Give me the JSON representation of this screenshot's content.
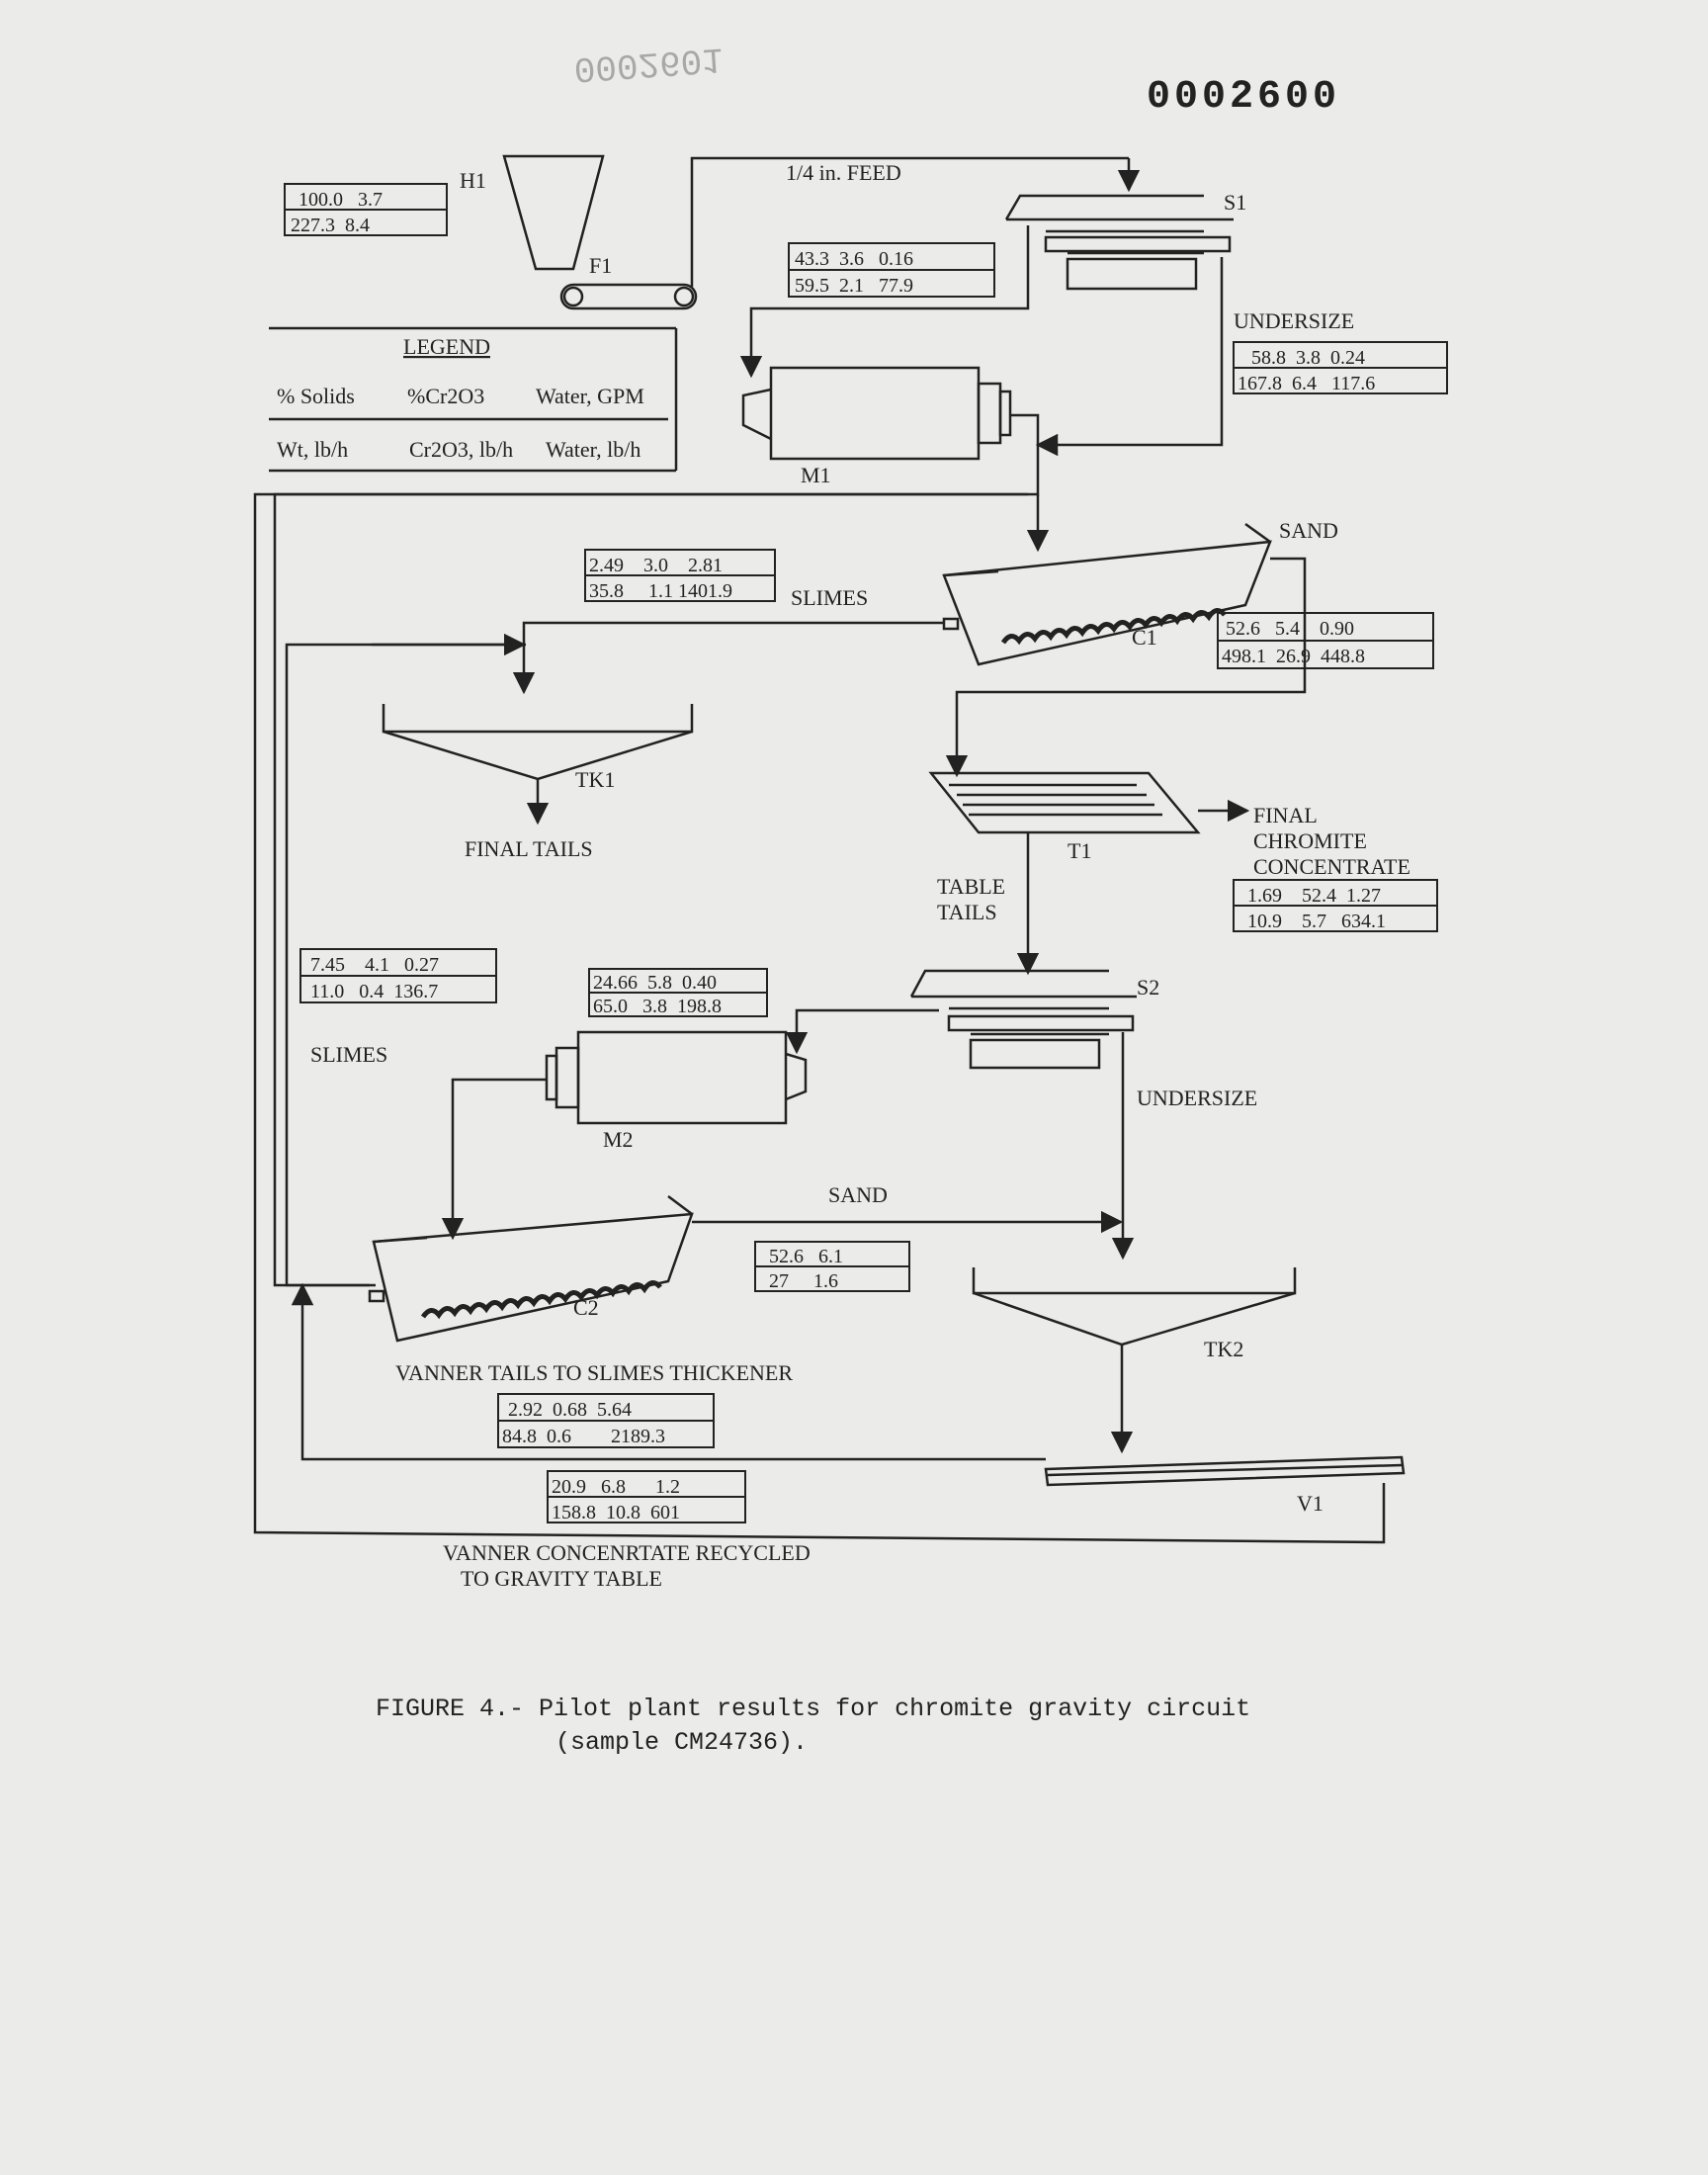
{
  "document": {
    "page_number": "0002600",
    "page_number_mirrored": "0002601",
    "caption_line1": "FIGURE 4.- Pilot plant results for chromite gravity circuit",
    "caption_line2": "(sample CM24736)."
  },
  "legend": {
    "title": "LEGEND",
    "row1": [
      "% Solids",
      "%Cr2O3",
      "Water, GPM"
    ],
    "row2": [
      "Wt, lb/h",
      "Cr2O3, lb/h",
      "Water, lb/h"
    ]
  },
  "equipment": {
    "h1": "H1",
    "f1": "F1",
    "s1": "S1",
    "m1": "M1",
    "c1": "C1",
    "tk1": "TK1",
    "t1": "T1",
    "s2": "S2",
    "m2": "M2",
    "c2": "C2",
    "tk2": "TK2",
    "v1": "V1"
  },
  "labels": {
    "feed": "1/4 in. FEED",
    "undersize_1": "UNDERSIZE",
    "sand_1": "SAND",
    "slimes_1": "SLIMES",
    "final_tails": "FINAL TAILS",
    "final_chromite_1": "FINAL",
    "final_chromite_2": "CHROMITE",
    "final_chromite_3": "CONCENTRATE",
    "table_tails_1": "TABLE",
    "table_tails_2": "TAILS",
    "slimes_2": "SLIMES",
    "undersize_2": "UNDERSIZE",
    "sand_2": "SAND",
    "vanner_tails": "VANNER TAILS TO SLIMES THICKENER",
    "vanner_conc_1": "VANNER CONCENRTATE RECYCLED",
    "vanner_conc_2": "TO GRAVITY TABLE"
  },
  "streams": {
    "feed": {
      "top": "100.0   3.7",
      "bottom": "227.3  8.4"
    },
    "m1_feed": {
      "top": "43.3  3.6   0.16",
      "bottom": "59.5  2.1   77.9"
    },
    "s1_undersize": {
      "top": "58.8  3.8  0.24",
      "bottom": "167.8  6.4   117.6"
    },
    "c1_slimes": {
      "top": "2.49    3.0    2.81",
      "bottom": "35.8     1.1 1401.9"
    },
    "c1_sand": {
      "top": "52.6   5.4    0.90",
      "bottom": "498.1  26.9  448.8"
    },
    "final_conc": {
      "top": "1.69    52.4  1.27",
      "bottom": "10.9    5.7   634.1"
    },
    "slimes_2": {
      "top": "7.45    4.1   0.27",
      "bottom": "11.0   0.4  136.7"
    },
    "m2_feed": {
      "top": "24.66  5.8  0.40",
      "bottom": "65.0   3.8  198.8"
    },
    "c2_sand": {
      "top": "52.6   6.1",
      "bottom": "27     1.6"
    },
    "vanner_tails": {
      "top": "2.92  0.68  5.64",
      "bottom": "84.8  0.6        2189.3"
    },
    "vanner_conc": {
      "top": "20.9   6.8      1.2",
      "bottom": "158.8  10.8  601"
    }
  }
}
